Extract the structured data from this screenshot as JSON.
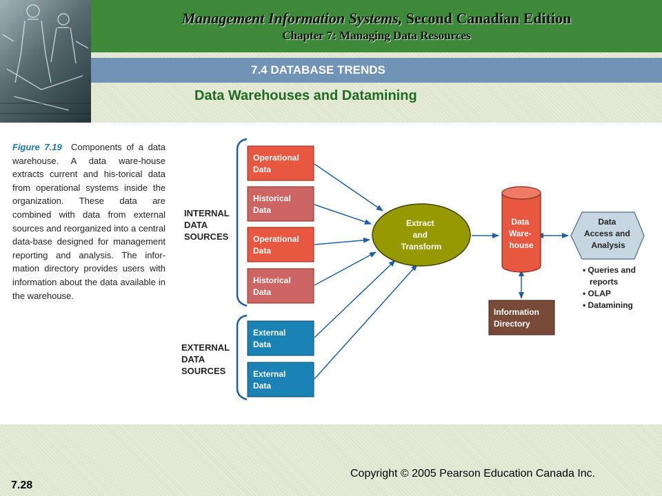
{
  "header": {
    "book_title_italic": "Management Information Systems,",
    "book_title_rest": " Second Canadian Edition",
    "chapter": "Chapter 7: Managing Data Resources",
    "section": "7.4 DATABASE TRENDS",
    "slide_title": "Data Warehouses and Datamining"
  },
  "caption": {
    "figure_number": "Figure 7.19",
    "text": "Components of a data warehouse. A data ware-house extracts current and his-torical data from operational systems inside the organization. These data are combined with data from external sources and reorganized into a central data-base designed for management reporting and analysis. The infor-mation directory provides users with information about the data available in the warehouse."
  },
  "diagram": {
    "internal_label": [
      "INTERNAL",
      "DATA",
      "SOURCES"
    ],
    "external_label": [
      "EXTERNAL",
      "DATA",
      "SOURCES"
    ],
    "sources": [
      {
        "lines": [
          "Operational",
          "Data"
        ],
        "color": "#e8573f"
      },
      {
        "lines": [
          "Historical",
          "Data"
        ],
        "color": "#cd6565"
      },
      {
        "lines": [
          "Operational",
          "Data"
        ],
        "color": "#e8573f"
      },
      {
        "lines": [
          "Historical",
          "Data"
        ],
        "color": "#cd6565"
      },
      {
        "lines": [
          "External",
          "Data"
        ],
        "color": "#1a82b4"
      },
      {
        "lines": [
          "External",
          "Data"
        ],
        "color": "#1a82b4"
      }
    ],
    "extract": {
      "lines": [
        "Extract",
        "and",
        "Transform"
      ],
      "color": "#969a00"
    },
    "warehouse": {
      "lines": [
        "Data",
        "Ware-",
        "house"
      ],
      "color": "#e8573f"
    },
    "directory": {
      "lines": [
        "Information",
        "Directory"
      ],
      "color": "#7a4a38"
    },
    "access": {
      "lines": [
        "Data",
        "Access and",
        "Analysis"
      ],
      "color": "#c6d7e2"
    },
    "outputs": [
      "• Queries and",
      "   reports",
      "• OLAP",
      "• Datamining"
    ],
    "arrow_color": "#1b5fa5"
  },
  "footer": {
    "copyright": "Copyright © 2005 Pearson Education Canada Inc.",
    "page_number": "7.28"
  }
}
